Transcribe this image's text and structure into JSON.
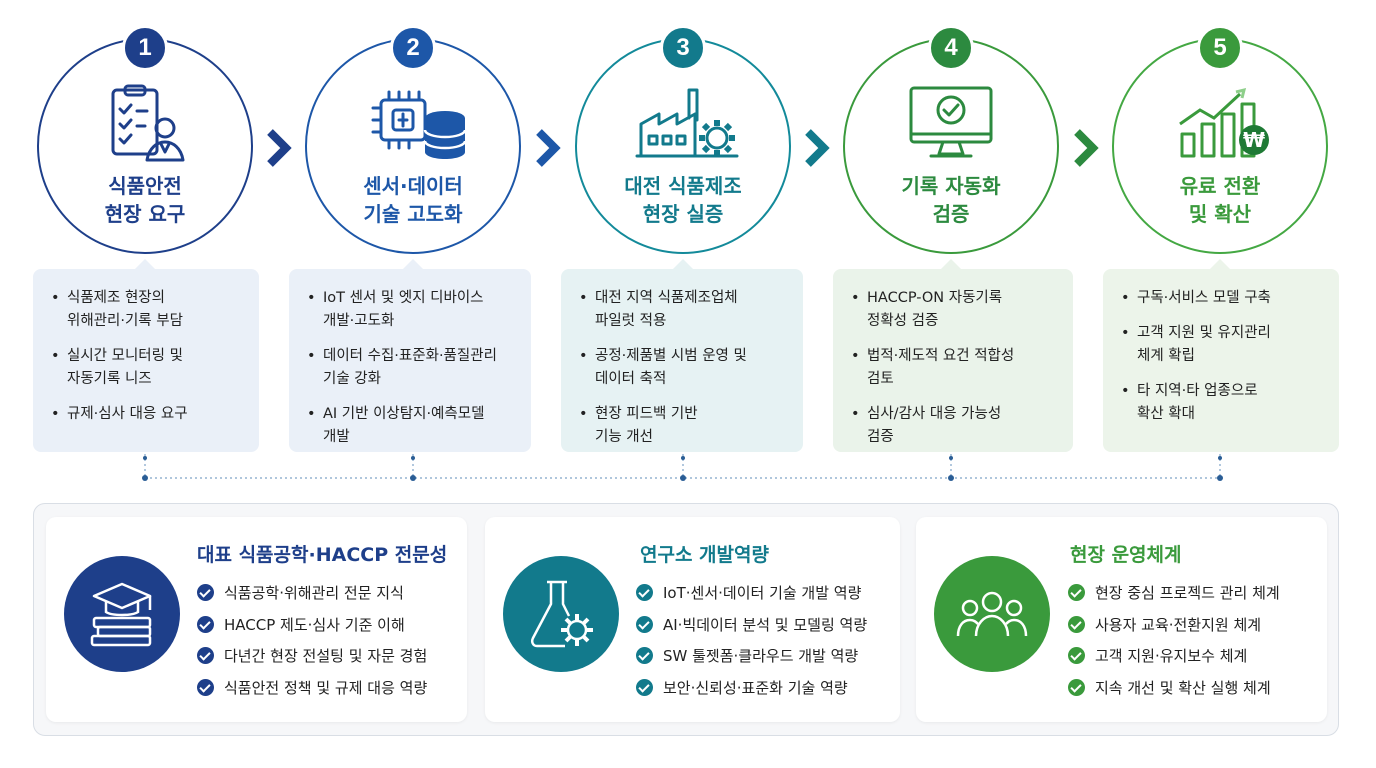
{
  "stages": [
    {
      "number": "1",
      "icon": "clipboard-person-icon",
      "color": "#1e3f8a",
      "title_lines": [
        "식품안전",
        "현장 요구"
      ],
      "bullets": [
        [
          "식품제조 현장의",
          "위해관리·기록 부담"
        ],
        [
          "실시간 모니터링 및",
          "자동기록 니즈"
        ],
        [
          "규제·심사 대응 요구"
        ]
      ]
    },
    {
      "number": "2",
      "icon": "chip-database-icon",
      "color": "#1d57a8",
      "title_lines": [
        "센서·데이터",
        "기술 고도화"
      ],
      "bullets": [
        [
          "IoT 센서 및 엣지 디바이스",
          "개발·고도화"
        ],
        [
          "데이터 수집·표준화·품질관리",
          "기술 강화"
        ],
        [
          "AI 기반 이상탐지·예측모델",
          "개발"
        ]
      ]
    },
    {
      "number": "3",
      "icon": "factory-gear-icon",
      "color": "#127a8c",
      "title_lines": [
        "대전 식품제조",
        "현장 실증"
      ],
      "bullets": [
        [
          "대전 지역 식품제조업체",
          "파일럿 적용"
        ],
        [
          "공정·제품별 시범 운영 및",
          "데이터 축적"
        ],
        [
          "현장 피드백 기반",
          "기능 개선"
        ]
      ]
    },
    {
      "number": "4",
      "icon": "monitor-check-icon",
      "color": "#2c8a3f",
      "title_lines": [
        "기록 자동화",
        "검증"
      ],
      "bullets": [
        [
          "HACCP-ON 자동기록",
          "정확성 검증"
        ],
        [
          "법적·제도적 요건 적합성",
          "검토"
        ],
        [
          "심사/감사 대응 가능성",
          "검증"
        ]
      ]
    },
    {
      "number": "5",
      "icon": "growth-chart-won-icon",
      "color": "#3a9a3c",
      "title_lines": [
        "유료 전환",
        "및 확산"
      ],
      "bullets": [
        [
          "구독·서비스 모델 구축"
        ],
        [
          "고객 지원 및 유지관리",
          "체계 확립"
        ],
        [
          "타 지역·타 업종으로",
          "확산 확대"
        ]
      ]
    }
  ],
  "panels": [
    {
      "title": "대표 식품공학·HACCP 전문성",
      "icon": "graduation-cap-books-icon",
      "color": "#1e3f8a",
      "items": [
        "식품공학·위해관리 전문 지식",
        "HACCP 제도·심사 기준 이해",
        "다년간 현장 전설팅 및 자문 경험",
        "식품안전 정책 및 규제 대응 역량"
      ]
    },
    {
      "title": "연구소 개발역량",
      "icon": "flask-gear-icon",
      "color": "#127a8c",
      "items": [
        "IoT·센서·데이터 기술 개발 역량",
        "AI·빅데이터 분석 및 모델링 역량",
        "SW 툴젯폼·클라우드 개발 역량",
        "보안·신뢰성·표준화 기술 역량"
      ]
    },
    {
      "title": "현장 운영체계",
      "icon": "team-people-icon",
      "color": "#3a9a3c",
      "items": [
        "현장 중심 프로젝드 관리 체계",
        "사용자 교육·전환지원 체계",
        "고객 지원·유지보수 체계",
        "지속 개선 및 확산 실행 체계"
      ]
    }
  ]
}
